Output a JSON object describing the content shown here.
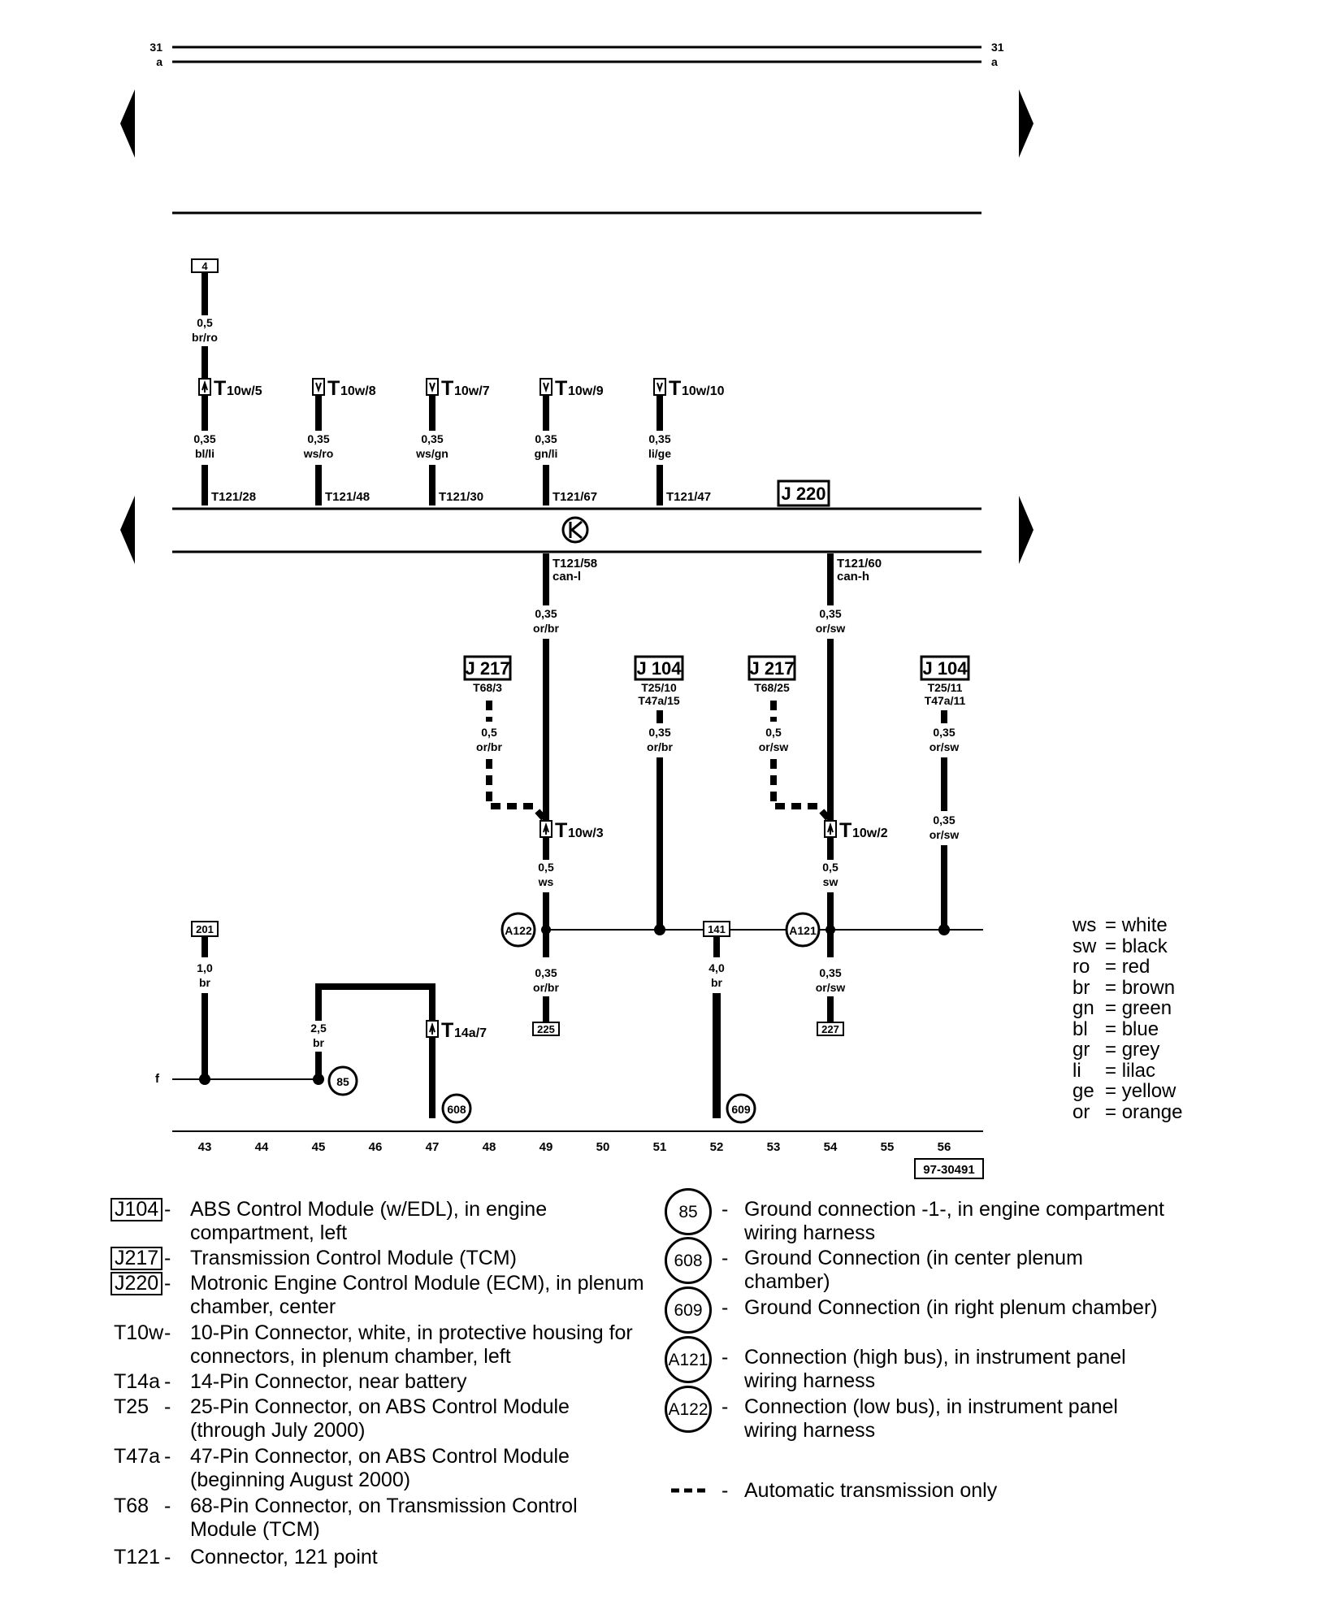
{
  "top_bus": {
    "label_31": "31",
    "label_a": "a"
  },
  "fuses": {
    "f4": "4",
    "f201": "201",
    "f141": "141",
    "f225": "225",
    "f227": "227"
  },
  "wires": {
    "w1": [
      "0,5",
      "br/ro"
    ],
    "w2": [
      "0,35",
      "bl/li"
    ],
    "w3": [
      "0,35",
      "ws/ro"
    ],
    "w4": [
      "0,35",
      "ws/gn"
    ],
    "w5": [
      "0,35",
      "gn/li"
    ],
    "w6": [
      "0,35",
      "li/ge"
    ],
    "w7": [
      "0,35",
      "or/br"
    ],
    "w8": [
      "0,35",
      "or/sw"
    ],
    "w9": [
      "0,5",
      "or/br"
    ],
    "w10": [
      "0,35",
      "or/br"
    ],
    "w11": [
      "0,5",
      "or/sw"
    ],
    "w12": [
      "0,35",
      "or/sw"
    ],
    "w13": [
      "0,35",
      "or/sw"
    ],
    "w14": [
      "0,5",
      "ws"
    ],
    "w15": [
      "0,5",
      "sw"
    ],
    "w16": [
      "0,35",
      "or/br"
    ],
    "w17": [
      "0,35",
      "or/sw"
    ],
    "w18": [
      "1,0",
      "br"
    ],
    "w19": [
      "2,5",
      "br"
    ],
    "w20": [
      "4,0",
      "br"
    ]
  },
  "connectors": {
    "t10w5": "10w/5",
    "t10w8": "10w/8",
    "t10w7": "10w/7",
    "t10w9": "10w/9",
    "t10w10": "10w/10",
    "t10w3": "10w/3",
    "t10w2": "10w/2",
    "t14a7": "14a/7"
  },
  "pins": {
    "p28": "T121/28",
    "p48": "T121/48",
    "p30": "T121/30",
    "p67": "T121/67",
    "p47": "T121/47",
    "p58": "T121/58",
    "p58sig": "can-l",
    "p60": "T121/60",
    "p60sig": "can-h"
  },
  "components": {
    "j220": "J 220",
    "j217a": "J 217",
    "j217a_pin": "T68/3",
    "j104a": "J 104",
    "j104a_pin1": "T25/10",
    "j104a_pin2": "T47a/15",
    "j217b": "J 217",
    "j217b_pin": "T68/25",
    "j104b": "J 104",
    "j104b_pin1": "T25/11",
    "j104b_pin2": "T47a/11"
  },
  "grounds": {
    "g85": "85",
    "g608": "608",
    "g609": "609",
    "a122": "A122",
    "a121": "A121"
  },
  "left_label": "f",
  "track_numbers": [
    "43",
    "44",
    "45",
    "46",
    "47",
    "48",
    "49",
    "50",
    "51",
    "52",
    "53",
    "54",
    "55",
    "56"
  ],
  "diagram_ref": "97-30491",
  "color_legend": [
    {
      "abbr": "ws",
      "name": "white"
    },
    {
      "abbr": "sw",
      "name": "black"
    },
    {
      "abbr": "ro",
      "name": "red"
    },
    {
      "abbr": "br",
      "name": "brown"
    },
    {
      "abbr": "gn",
      "name": "green"
    },
    {
      "abbr": "bl",
      "name": "blue"
    },
    {
      "abbr": "gr",
      "name": "grey"
    },
    {
      "abbr": "li",
      "name": "lilac"
    },
    {
      "abbr": "ge",
      "name": "yellow"
    },
    {
      "abbr": "or",
      "name": "orange"
    }
  ],
  "component_legend": [
    {
      "code": "J104",
      "boxed": true,
      "desc": "ABS Control Module (w/EDL), in engine compartment, left"
    },
    {
      "code": "J217",
      "boxed": true,
      "desc": "Transmission Control Module (TCM)"
    },
    {
      "code": "J220",
      "boxed": true,
      "desc": "Motronic Engine Control Module (ECM), in plenum chamber, center"
    },
    {
      "code": "T10w",
      "boxed": false,
      "desc": "10-Pin Connector, white, in protective housing for connectors, in plenum chamber, left"
    },
    {
      "code": "T14a",
      "boxed": false,
      "desc": "14-Pin Connector, near battery"
    },
    {
      "code": "T25",
      "boxed": false,
      "desc": "25-Pin Connector, on ABS Control Module (through July 2000)"
    },
    {
      "code": "T47a",
      "boxed": false,
      "desc": "47-Pin Connector, on ABS Control Module (beginning August 2000)"
    },
    {
      "code": "T68",
      "boxed": false,
      "desc": "68-Pin Connector, on Transmission Control Module (TCM)"
    },
    {
      "code": "T121",
      "boxed": false,
      "desc": "Connector, 121 point"
    }
  ],
  "ground_legend": [
    {
      "code": "85",
      "desc": "Ground connection -1-, in engine compartment wiring harness"
    },
    {
      "code": "608",
      "desc": "Ground Connection (in center plenum chamber)"
    },
    {
      "code": "609",
      "desc": "Ground Connection (in right plenum chamber)"
    },
    {
      "code": "A121",
      "desc": "Connection (high bus), in instrument panel wiring harness"
    },
    {
      "code": "A122",
      "desc": "Connection (low bus), in instrument panel wiring harness"
    }
  ],
  "dash_legend": {
    "desc": "Automatic transmission only"
  },
  "legend_dash_char": "-"
}
